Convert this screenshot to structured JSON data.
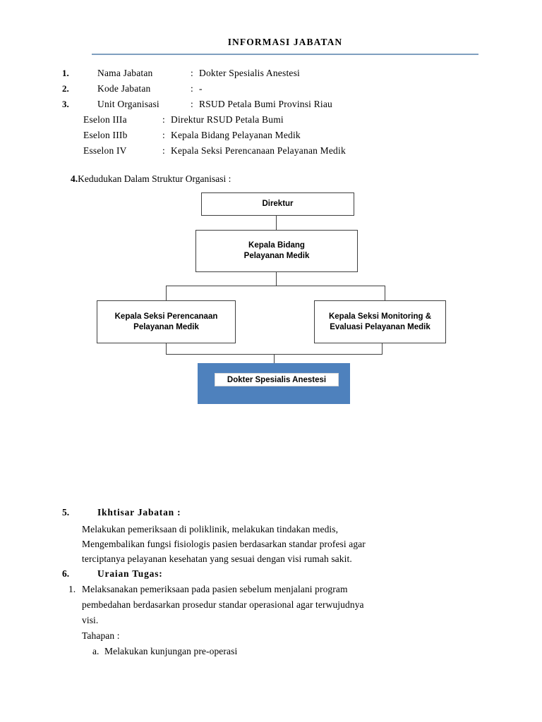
{
  "document": {
    "title": "INFORMASI JABATAN",
    "rule_color": "#7f9fbf"
  },
  "info_items": [
    {
      "num": "1.",
      "label": "Nama Jabatan",
      "colon": ":",
      "value": "Dokter Spesialis Anestesi"
    },
    {
      "num": "2.",
      "label": "Kode Jabatan",
      "colon": ":",
      "value": "-"
    },
    {
      "num": "3.",
      "label": "Unit Organisasi",
      "colon": ":",
      "value": "RSUD Petala Bumi Provinsi Riau"
    }
  ],
  "eselon_items": [
    {
      "label": "Eselon IIIa",
      "colon": ":",
      "value": "Direktur RSUD Petala Bumi"
    },
    {
      "label": "Eselon IIIb",
      "colon": ":",
      "value": "Kepala Bidang Pelayanan Medik"
    },
    {
      "label": "Esselon IV",
      "colon": ":",
      "value": "Kepala Seksi Perencanaan  Pelayanan Medik"
    }
  ],
  "section4": {
    "num": "4.",
    "text": "Kedudukan Dalam Struktur Organisasi :"
  },
  "org_chart": {
    "accent_color": "#4e81bd",
    "border_color": "#3f3f3f",
    "nodes": [
      {
        "id": "direktur",
        "line1": "Direktur",
        "line2": ""
      },
      {
        "id": "kabid",
        "line1": "Kepala Bidang",
        "line2": "Pelayanan Medik"
      },
      {
        "id": "kasi_left",
        "line1": "Kepala Seksi Perencanaan",
        "line2": "Pelayanan Medik"
      },
      {
        "id": "kasi_right",
        "line1": "Kepala Seksi Monitoring &",
        "line2": "Evaluasi  Pelayanan Medik"
      },
      {
        "id": "dokter",
        "line1": "Dokter Spesialis Anestesi",
        "line2": ""
      }
    ]
  },
  "section5": {
    "num": "5.",
    "heading": "Ikhtisar Jabatan :",
    "paragraph_lines": [
      "Melakukan pemeriksaan di poliklinik, melakukan tindakan medis,",
      "Mengembalikan fungsi fisiologis pasien berdasarkan standar profesi agar",
      "terciptanya pelayanan kesehatan yang sesuai dengan visi rumah sakit."
    ]
  },
  "section6": {
    "num": "6.",
    "heading": "Uraian Tugas:",
    "items": [
      {
        "num": "1.",
        "lines": [
          "Melaksanakan pemeriksaan pada pasien sebelum menjalani program",
          "pembedahan berdasarkan prosedur standar operasional agar terwujudnya",
          "visi."
        ],
        "tahapan_label": "Tahapan :",
        "subitems": [
          {
            "num": "a.",
            "text": "Melakukan  kunjungan pre-operasi"
          }
        ]
      }
    ]
  }
}
